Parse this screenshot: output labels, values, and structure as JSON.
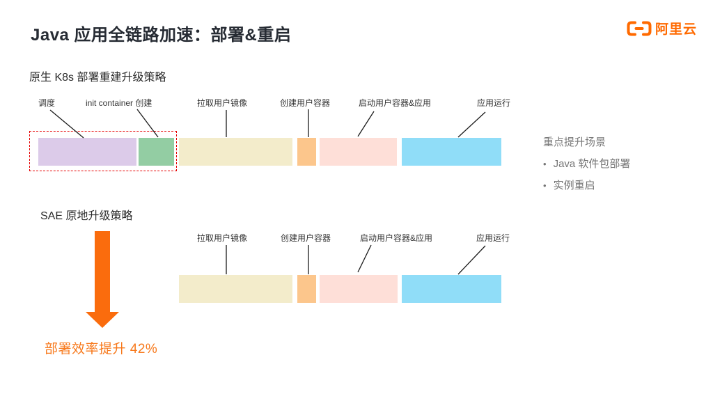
{
  "slide": {
    "title": "Java 应用全链路加速：部署&重启"
  },
  "logo": {
    "name": "阿里云",
    "color": "#FF6A00"
  },
  "k8s_flow": {
    "title": "原生 K8s 部署重建升级策略",
    "highlight_color": "#E60000",
    "steps": [
      {
        "label": "调度",
        "color": "#DCCBE9"
      },
      {
        "label": "init container 创建",
        "color": "#93CDA3"
      },
      {
        "label": "拉取用户镜像",
        "color": "#F3ECCB"
      },
      {
        "label": "创建用户容器",
        "color": "#FCC68C"
      },
      {
        "label": "启动用户容器&应用",
        "color": "#FEDFD8"
      },
      {
        "label": "应用运行",
        "color": "#90DDF8"
      }
    ]
  },
  "scenarios": {
    "title": "重点提升场景",
    "bullet": "•",
    "items": [
      "Java 软件包部署",
      "实例重启"
    ]
  },
  "sae_flow": {
    "title": "SAE 原地升级策略",
    "steps": [
      {
        "label": "拉取用户镜像",
        "color": "#F3ECCB"
      },
      {
        "label": "创建用户容器",
        "color": "#FCC68C"
      },
      {
        "label": "启动用户容器&应用",
        "color": "#FEDFD8"
      },
      {
        "label": "应用运行",
        "color": "#90DDF8"
      }
    ]
  },
  "arrow_color": "#FA6C0D",
  "result": {
    "text": "部署效率提升 42%",
    "color": "#F7791C"
  }
}
